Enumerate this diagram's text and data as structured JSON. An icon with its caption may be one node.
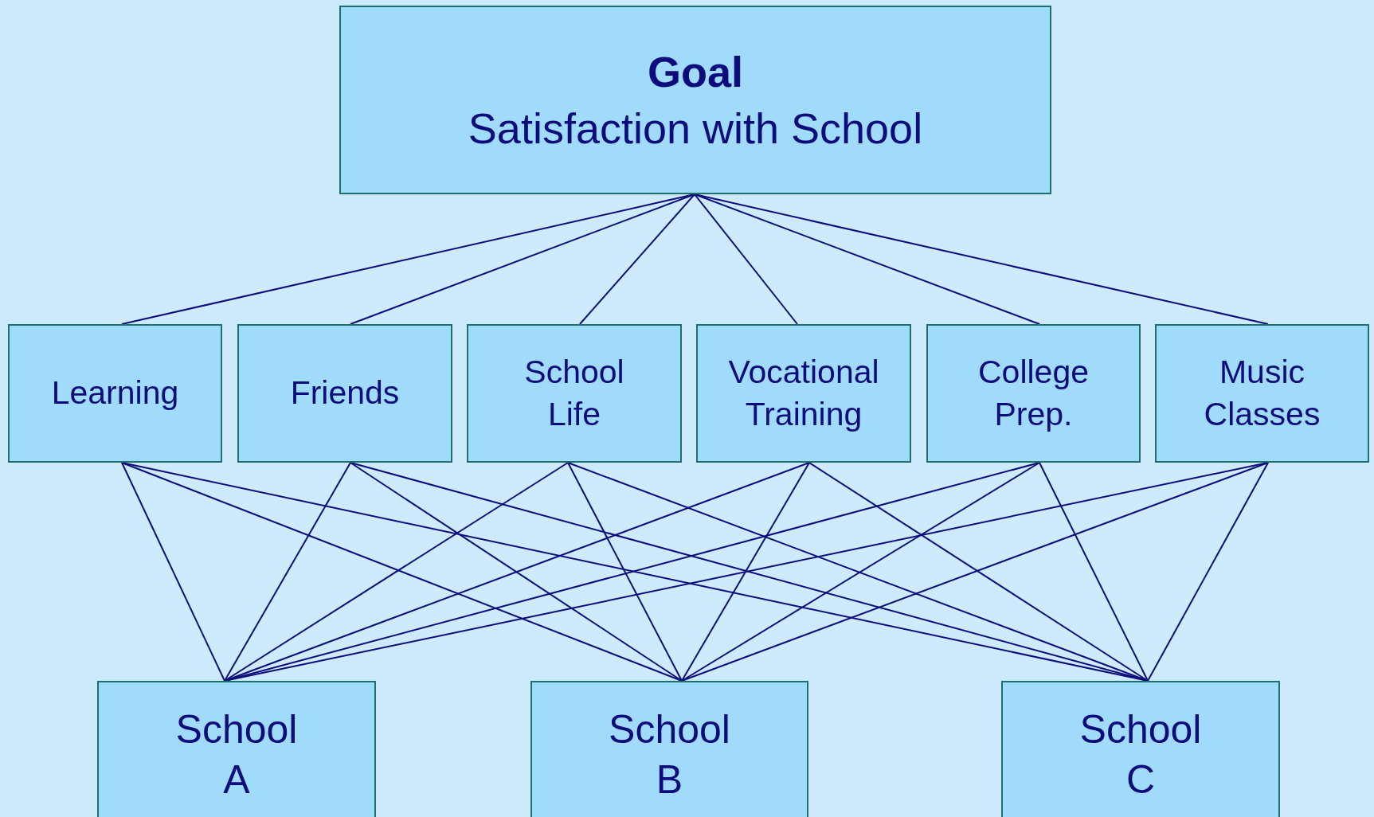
{
  "diagram": {
    "nodes": [
      {
        "text": [
          "Goal",
          "Satisfaction with School"
        ]
      },
      {
        "text": [
          "Learning"
        ]
      },
      {
        "text": [
          "Friends"
        ]
      },
      {
        "text": [
          "School Life"
        ]
      },
      {
        "text": [
          "Vocational Training"
        ]
      },
      {
        "text": [
          "College Prep."
        ]
      },
      {
        "text": [
          "Music Classes"
        ]
      },
      {
        "text": [
          "School A"
        ]
      },
      {
        "text": [
          "School B"
        ]
      },
      {
        "text": [
          "School C"
        ]
      }
    ],
    "edges": [
      {
        "from": 0,
        "to": 1,
        "arrow": "none"
      },
      {
        "from": 0,
        "to": 2,
        "arrow": "none"
      },
      {
        "from": 0,
        "to": 3,
        "arrow": "none"
      },
      {
        "from": 0,
        "to": 4,
        "arrow": "none"
      },
      {
        "from": 0,
        "to": 5,
        "arrow": "none"
      },
      {
        "from": 0,
        "to": 6,
        "arrow": "none"
      },
      {
        "from": 1,
        "to": 7,
        "arrow": "none"
      },
      {
        "from": 1,
        "to": 8,
        "arrow": "none"
      },
      {
        "from": 1,
        "to": 9,
        "arrow": "none"
      },
      {
        "from": 2,
        "to": 7,
        "arrow": "none"
      },
      {
        "from": 2,
        "to": 8,
        "arrow": "none"
      },
      {
        "from": 2,
        "to": 9,
        "arrow": "none"
      },
      {
        "from": 3,
        "to": 7,
        "arrow": "none"
      },
      {
        "from": 3,
        "to": 8,
        "arrow": "none"
      },
      {
        "from": 3,
        "to": 9,
        "arrow": "none"
      },
      {
        "from": 4,
        "to": 7,
        "arrow": "none"
      },
      {
        "from": 4,
        "to": 8,
        "arrow": "none"
      },
      {
        "from": 4,
        "to": 9,
        "arrow": "none"
      },
      {
        "from": 5,
        "to": 7,
        "arrow": "none"
      },
      {
        "from": 5,
        "to": 8,
        "arrow": "none"
      },
      {
        "from": 5,
        "to": 9,
        "arrow": "none"
      },
      {
        "from": 6,
        "to": 7,
        "arrow": "none"
      },
      {
        "from": 6,
        "to": 8,
        "arrow": "none"
      },
      {
        "from": 6,
        "to": 9,
        "arrow": "none"
      }
    ]
  }
}
